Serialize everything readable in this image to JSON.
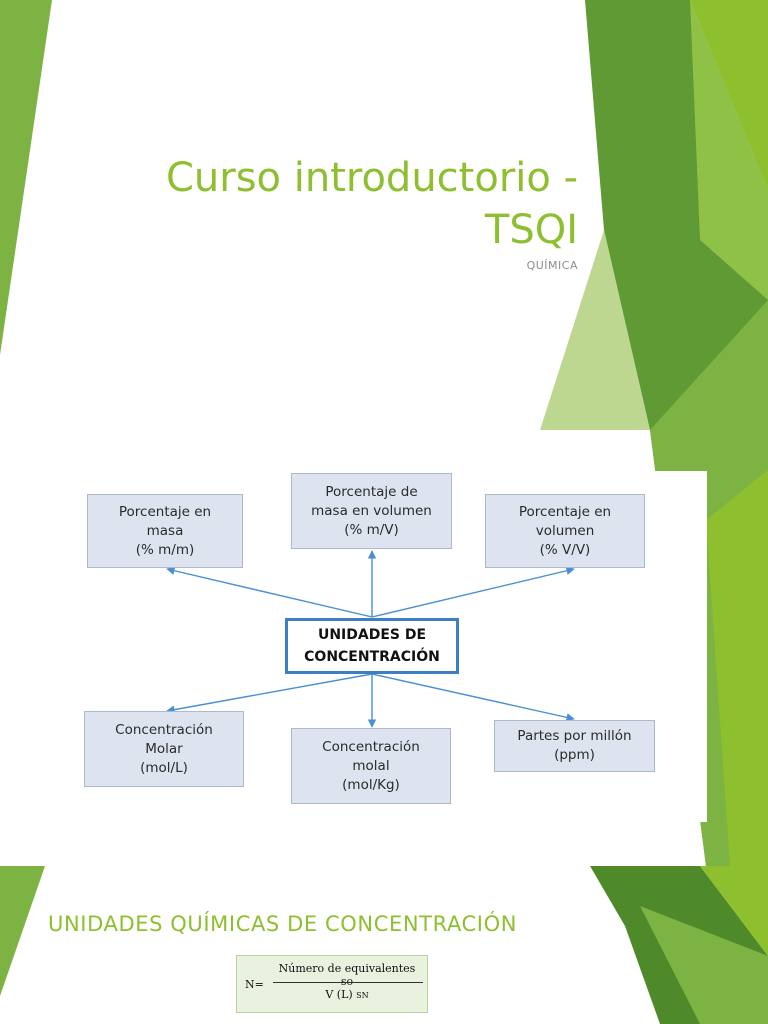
{
  "slide1": {
    "title": "Curso introductorio - TSQI",
    "subtitle": "QUÍMICA",
    "diagram": {
      "center": "UNIDADES DE\nCONCENTRACIÓN",
      "boxes": [
        {
          "id": "mm",
          "text": "Porcentaje en\nmasa\n(% m/m)"
        },
        {
          "id": "mv",
          "text": "Porcentaje de\nmasa en volumen\n(% m/V)"
        },
        {
          "id": "vv",
          "text": "Porcentaje en\nvolumen\n(% V/V)"
        },
        {
          "id": "molar",
          "text": "Concentración\nMolar\n(mol/L)"
        },
        {
          "id": "molal",
          "text": "Concentración\nmolal\n(mol/Kg)"
        },
        {
          "id": "ppm",
          "text": "Partes por millón\n(ppm)"
        }
      ]
    }
  },
  "slide2": {
    "title": "UNIDADES QUÍMICAS DE CONCENTRACIÓN",
    "formula": {
      "lhs": "N=",
      "numerator": "Número de equivalentes so",
      "denominator": "V (L)",
      "denominator_sub": "SN"
    }
  },
  "colors": {
    "accent_green": "#8dbf2e",
    "dark_green": "#4e8a2a",
    "light_green": "#b5d37a",
    "diagram_box": "#dde3ef",
    "diagram_center_border": "#3d7ec4",
    "arrow": "#4a8fd0"
  }
}
